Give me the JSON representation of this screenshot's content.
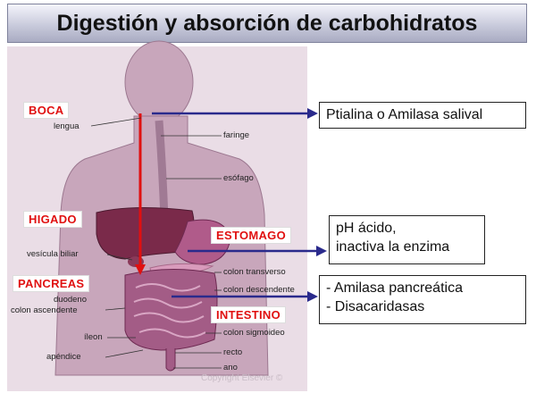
{
  "title": "Digestión y absorción de carbohidratos",
  "organ_labels": {
    "boca": "BOCA",
    "higado": "HIGADO",
    "estomago": "ESTOMAGO",
    "pancreas": "PANCREAS",
    "intestino": "INTESTINO"
  },
  "anatomy_labels": {
    "lengua": "lengua",
    "faringe": "faringe",
    "esofago": "esófago",
    "vesicula": "vesícula biliar",
    "duodeno": "duodeno",
    "colon_ascendente": "colon ascendente",
    "ileon": "íleon",
    "apendice": "apéndice",
    "colon_transverso": "colon transverso",
    "colon_descendente": "colon descendente",
    "colon_sigmoideo": "colon sigmoideo",
    "recto": "recto",
    "ano": "ano"
  },
  "callouts": {
    "boca": "Ptialina o Amilasa salival",
    "estomago_line1": "pH ácido,",
    "estomago_line2": "inactiva la enzima",
    "intestino_line1": "- Amilasa pancreática",
    "intestino_line2": "- Disacaridasas"
  },
  "copyright": "Copyright Elsevier ©",
  "colors": {
    "arrow": "#2a2a8c",
    "red_line": "#e01010",
    "body": "#c4a3b8",
    "liver": "#7a2a4a",
    "intestine": "#a35c86"
  }
}
